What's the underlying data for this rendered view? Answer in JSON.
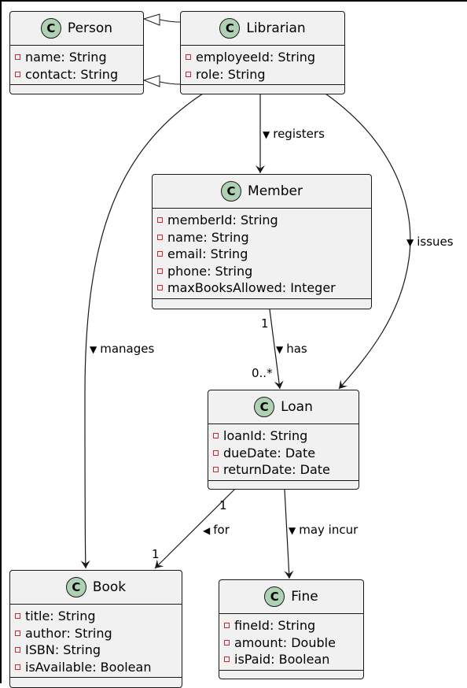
{
  "diagram": {
    "classes": {
      "person": {
        "badge": "C",
        "name": "Person",
        "attributes": [
          "name: String",
          "contact: String"
        ]
      },
      "librarian": {
        "badge": "C",
        "name": "Librarian",
        "attributes": [
          "employeeId: String",
          "role: String"
        ]
      },
      "member": {
        "badge": "C",
        "name": "Member",
        "attributes": [
          "memberId: String",
          "name: String",
          "email: String",
          "phone: String",
          "maxBooksAllowed: Integer"
        ]
      },
      "loan": {
        "badge": "C",
        "name": "Loan",
        "attributes": [
          "loanId: String",
          "dueDate: Date",
          "returnDate: Date"
        ]
      },
      "book": {
        "badge": "C",
        "name": "Book",
        "attributes": [
          "title: String",
          "author: String",
          "ISBN: String",
          "isAvailable: Boolean"
        ]
      },
      "fine": {
        "badge": "C",
        "name": "Fine",
        "attributes": [
          "fineId: String",
          "amount: Double",
          "isPaid: Boolean"
        ]
      }
    },
    "relations": {
      "registers": {
        "label": "registers",
        "direction_marker": "▼"
      },
      "issues": {
        "label": "issues",
        "direction_marker": "▼"
      },
      "manages": {
        "label": "manages",
        "direction_marker": "▼"
      },
      "has": {
        "label": "has",
        "direction_marker": "▼",
        "source_multiplicity": "1",
        "target_multiplicity": "0..*"
      },
      "for": {
        "label": "for",
        "direction_marker": "◀",
        "source_multiplicity": "1",
        "target_multiplicity": "1"
      },
      "may_incur": {
        "label": "may incur",
        "direction_marker": "▼"
      }
    },
    "colors": {
      "class_fill": "#f1f1f1",
      "border": "#181818",
      "badge_fill": "#add1b2",
      "visibility_marker": "#c82930"
    }
  }
}
